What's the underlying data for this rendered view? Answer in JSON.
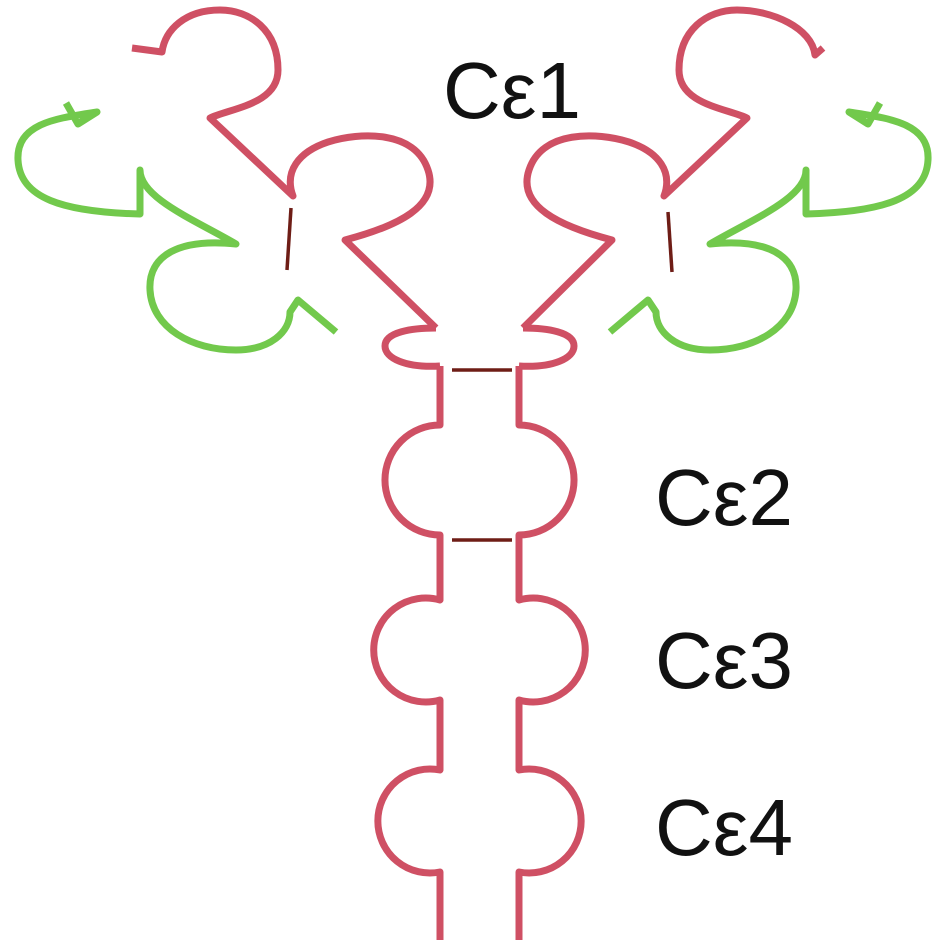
{
  "colors": {
    "heavy_chain": "#cf5064",
    "light_chain": "#72c94c",
    "disulfide_bond": "#6e1d16",
    "label_text": "#111111",
    "background": "#ffffff"
  },
  "labels": {
    "ce1": "Cε1",
    "ce2": "Cε2",
    "ce3": "Cε3",
    "ce4": "Cε4"
  }
}
